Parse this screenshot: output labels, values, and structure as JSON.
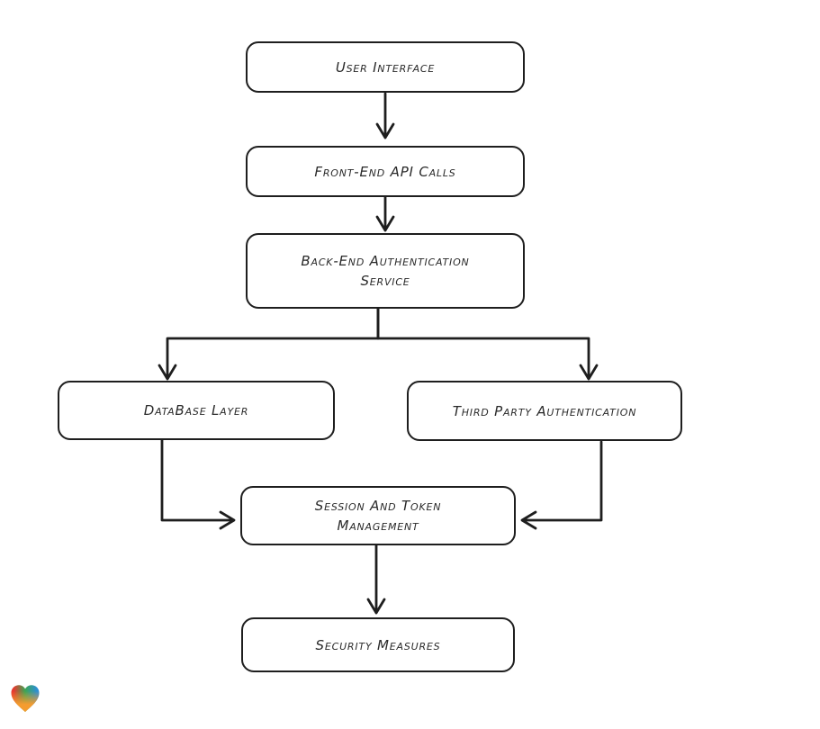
{
  "diagram": {
    "type": "flowchart",
    "background": "#ffffff",
    "stroke_color": "#1e1e1e",
    "node_fill": "#ffffff",
    "nodes": [
      {
        "id": "user-interface",
        "label": "User Interface"
      },
      {
        "id": "front-end-api-calls",
        "label": "Front-End API Calls"
      },
      {
        "id": "back-end-authentication-service",
        "label": "Back-End Authentication Service"
      },
      {
        "id": "database-layer",
        "label": "DataBase Layer"
      },
      {
        "id": "third-party-authentication",
        "label": "Third Party Authentication"
      },
      {
        "id": "session-and-token-management",
        "label": "Session And Token Management"
      },
      {
        "id": "security-measures",
        "label": "Security Measures"
      }
    ],
    "edges": [
      {
        "from": "user-interface",
        "to": "front-end-api-calls"
      },
      {
        "from": "front-end-api-calls",
        "to": "back-end-authentication-service"
      },
      {
        "from": "back-end-authentication-service",
        "to": "database-layer"
      },
      {
        "from": "back-end-authentication-service",
        "to": "third-party-authentication"
      },
      {
        "from": "database-layer",
        "to": "session-and-token-management"
      },
      {
        "from": "third-party-authentication",
        "to": "session-and-token-management"
      },
      {
        "from": "session-and-token-management",
        "to": "security-measures"
      }
    ]
  },
  "watermark": {
    "icon": "heart-icon",
    "colors": [
      "#e8382e",
      "#3ca654",
      "#2e8fd4",
      "#f59c2f"
    ]
  }
}
